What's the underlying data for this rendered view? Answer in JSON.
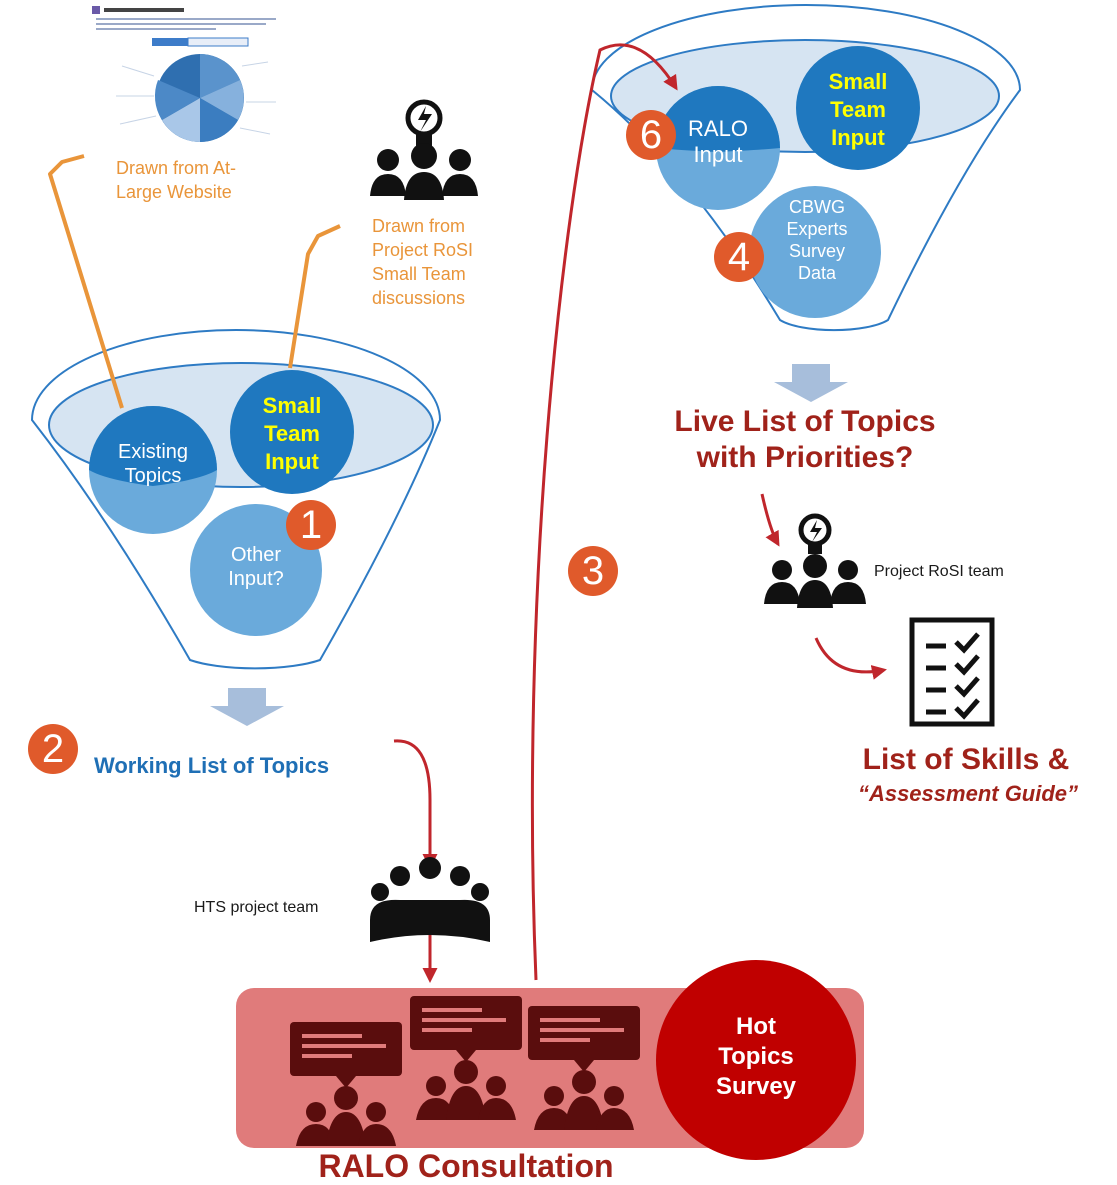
{
  "left_funnel": {
    "bubbles": {
      "existing": "Existing Topics",
      "small_team": [
        "Small",
        "Team",
        "Input"
      ],
      "other": [
        "Other",
        "Input?"
      ]
    },
    "source_website": [
      "Drawn from At-",
      "Large Website"
    ],
    "source_rosi": [
      "Drawn from",
      "Project RoSI",
      "Small Team",
      "discussions"
    ]
  },
  "right_funnel": {
    "bubbles": {
      "ralo": [
        "RALO",
        "Input"
      ],
      "small_team": [
        "Small",
        "Team",
        "Input"
      ],
      "cbwg": [
        "CBWG",
        "Experts",
        "Survey",
        "Data"
      ]
    }
  },
  "steps": {
    "s1": "1",
    "s2": "2",
    "s3": "3",
    "s4": "4",
    "s6": "6"
  },
  "working_list": "Working List of Topics",
  "live_list": [
    "Live List of Topics",
    "with Priorities?"
  ],
  "rosi_team": "Project RoSI team",
  "hts_team": "HTS project team",
  "skills": {
    "title": "List of Skills &",
    "subtitle": "“Assessment Guide”"
  },
  "hot_topics": [
    "Hot",
    "Topics",
    "Survey"
  ],
  "ralo_consultation": "RALO Consultation",
  "colors": {
    "funnel_stroke": "#2e7bc4",
    "funnel_top": "#d6e4f2",
    "bubble_dark": "#1f78bf",
    "bubble_light": "#6aaadb",
    "badge": "#e05a2b",
    "heading_red": "#a0221a",
    "heading_blue": "#1f6fb5",
    "source_orange": "#e9953a",
    "arrow_red": "#c0262c",
    "consult_band": "#e07b7b",
    "hot_circle": "#c00000"
  }
}
